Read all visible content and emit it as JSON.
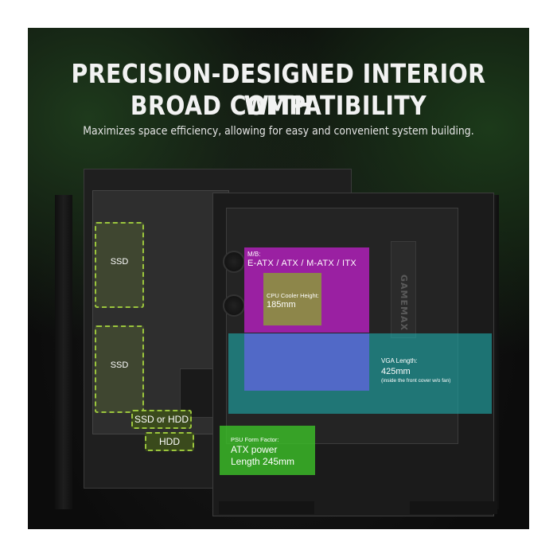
{
  "heading": {
    "line1": "PRECISION-DESIGNED INTERIOR WITH",
    "line2": "BROAD COMPATIBILITY",
    "subtitle": "Maximizes space efficiency, allowing for easy and convenient system building."
  },
  "drive_bays": {
    "ssd_top": "SSD",
    "ssd_bottom": "SSD",
    "ssd_or_hdd": "SSD or HDD",
    "hdd": "HDD"
  },
  "motherboard": {
    "caption": "M/B:",
    "value": "E-ATX / ATX / M-ATX / ITX"
  },
  "cpu_cooler": {
    "caption": "CPU Cooler Height:",
    "value": "185mm"
  },
  "vga": {
    "caption": "VGA Length:",
    "value": "425mm",
    "note": "(inside the front cover w/o fan)"
  },
  "psu": {
    "caption": "PSU Form Factor:",
    "line1": "ATX power",
    "line2": "Length 245mm"
  },
  "brand_mark": "GAMEMAX",
  "colors": {
    "motherboard_zone": "#c81ed2",
    "cpu_zone": "#8c8c46",
    "vga_zone": "#1eaaaa",
    "psu_zone": "#3cbe28",
    "drive_outline": "#9bc53d",
    "background": "#0c0c0c"
  }
}
